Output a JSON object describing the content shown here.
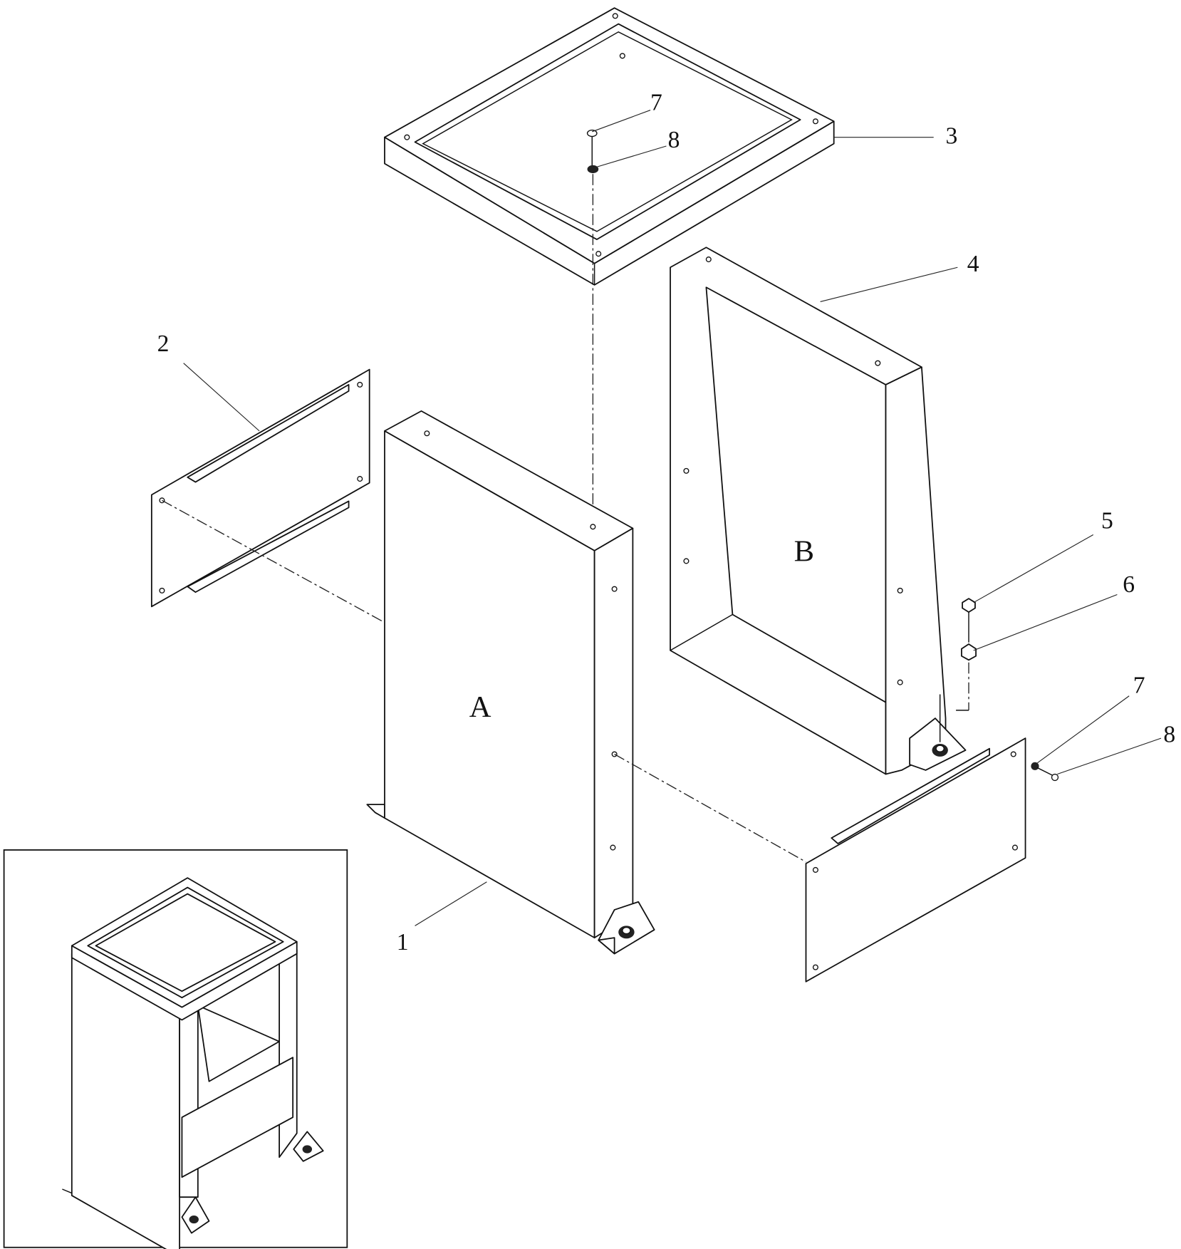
{
  "callouts": {
    "part1": "1",
    "part2": "2",
    "part3": "3",
    "part4": "4",
    "part5": "5",
    "part6": "6",
    "part7_top": "7",
    "part8_top": "8",
    "part7_right": "7",
    "part8_right": "8"
  },
  "panel_labels": {
    "a": "A",
    "b": "B"
  }
}
